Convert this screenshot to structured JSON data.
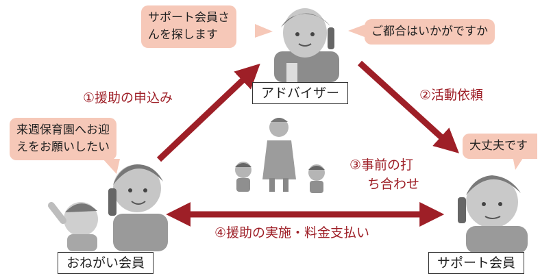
{
  "bubbles": {
    "advisor_search": "サポート会員さ\nんを探します",
    "advisor_ask": "ご都合はいかがですか",
    "onegai_request": "来週保育園へお迎\nえをお願いしたい",
    "support_reply": "大丈夫です"
  },
  "roles": {
    "advisor": "アドバイザー",
    "onegai": "おねがい会員",
    "support": "サポート会員"
  },
  "steps": {
    "step1": "①援助の申込み",
    "step2": "②活動依頼",
    "step3_line1": "③事前の打",
    "step3_line2": "ち合わせ",
    "step4": "④援助の実施・料金支払い"
  },
  "colors": {
    "arrow": "#9e1f27",
    "bubble": "#f6c8b8",
    "figure": "#9a9a9a"
  }
}
